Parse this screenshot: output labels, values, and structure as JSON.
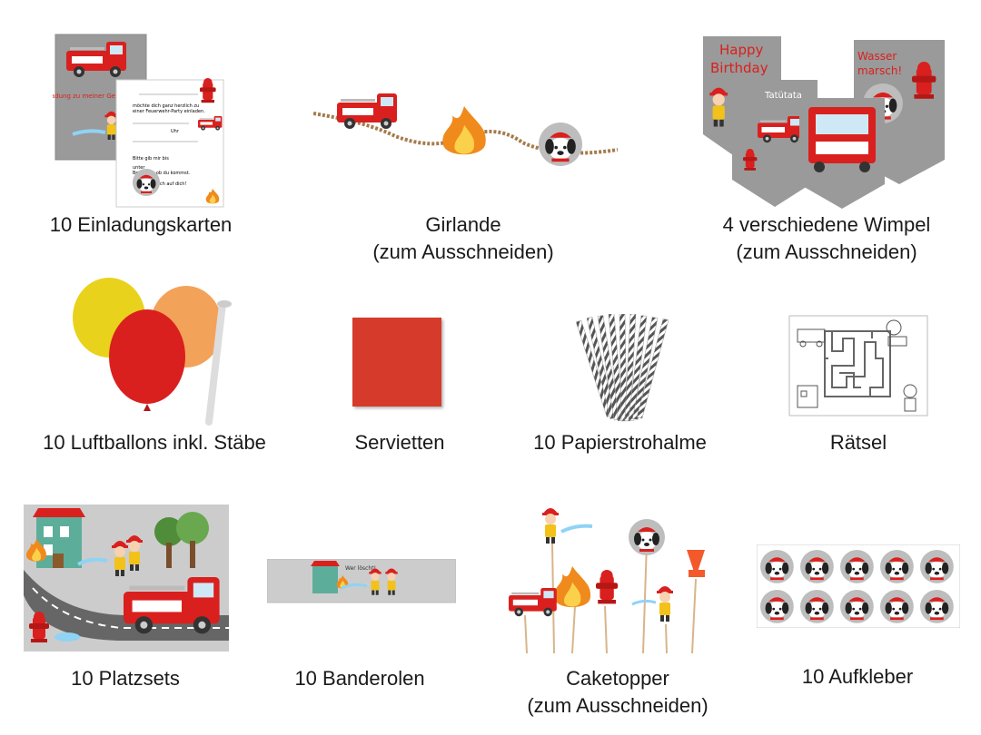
{
  "products": [
    {
      "caption": [
        "10 Einladungskarten"
      ],
      "art": {
        "heading": "Einladung zu meiner Geburtstagsparty",
        "lines": [
          "möchte dich ganz herzlich zu",
          "einer Feuerwehr-Party einladen.",
          "Uhr",
          "Bitte gib mir bis",
          "unter",
          "Bescheid, ob du kommst.",
          "Ich freue mich auf dich!"
        ]
      }
    },
    {
      "caption": [
        "Girlande",
        "(zum Ausschneiden)"
      ]
    },
    {
      "caption": [
        "4 verschiedene Wimpel",
        "(zum Ausschneiden)"
      ],
      "art": {
        "pennant_texts": [
          "Happy",
          "Birthday",
          "Tatütata",
          "Wasser",
          "marsch!"
        ]
      }
    },
    {
      "caption": [
        "10 Luftballons inkl. Stäbe"
      ],
      "art": {
        "balloon_colors": [
          "#e9d21c",
          "#f3a25a",
          "#d9201e"
        ]
      }
    },
    {
      "caption": [
        "Servietten"
      ],
      "art": {
        "color": "#d63a2a"
      }
    },
    {
      "caption": [
        "10 Papierstrohalme"
      ]
    },
    {
      "caption": [
        "Rätsel"
      ]
    },
    {
      "caption": [
        "10 Platzsets"
      ]
    },
    {
      "caption": [
        "10 Banderolen"
      ],
      "art": {
        "text": "Wer löscht!"
      }
    },
    {
      "caption": [
        "Caketopper",
        "(zum Ausschneiden)"
      ]
    },
    {
      "caption": [
        "10 Aufkleber"
      ],
      "art": {
        "sticker_count": 10
      }
    }
  ],
  "colors": {
    "fire_red": "#d9201e",
    "grey": "#9a9a9a",
    "flame_orange": "#f08a1d"
  }
}
